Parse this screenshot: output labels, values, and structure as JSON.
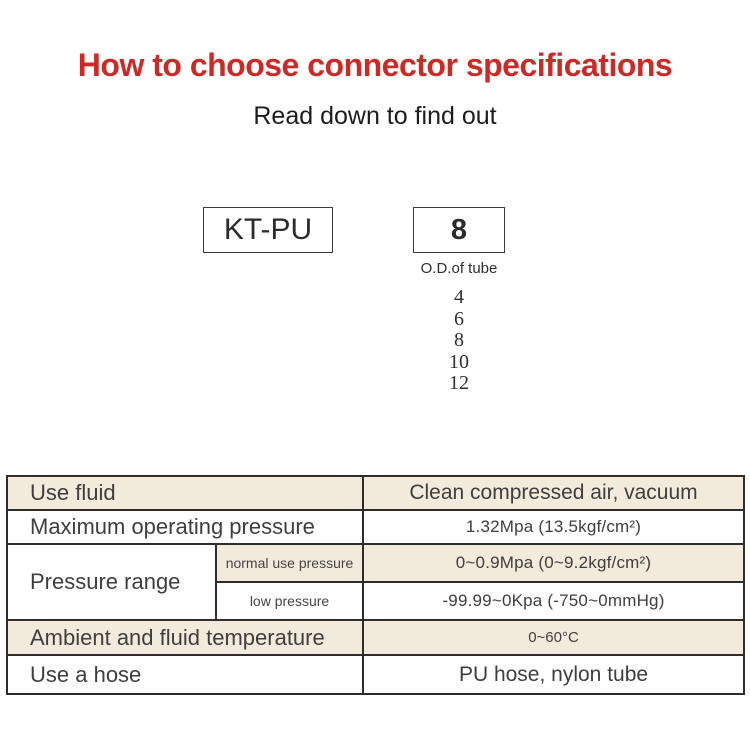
{
  "colors": {
    "title-red": "#cb2a26",
    "stripe": "#f2ebdb",
    "border": "#2d2d2d",
    "text": "#3e3e3e",
    "box-border": "#3a3a3a"
  },
  "header": {
    "title": "How to choose connector specifications",
    "subtitle": "Read down to find out"
  },
  "model_code": {
    "series_label": "KT-PU",
    "size_value": "8",
    "size_caption": "O.D.of tube",
    "tube_sizes": [
      "4",
      "6",
      "8",
      "10",
      "12"
    ]
  },
  "spec_table": {
    "rows": [
      {
        "label": "Use fluid",
        "value": "Clean compressed air, vacuum"
      },
      {
        "label": "Maximum operating pressure",
        "value": "1.32Mpa (13.5kgf/cm²)"
      },
      {
        "label": "Pressure range",
        "sub_label": "normal use pressure",
        "value": "0~0.9Mpa (0~9.2kgf/cm²)"
      },
      {
        "sub_label": "low pressure",
        "value": "-99.99~0Kpa (-750~0mmHg)"
      },
      {
        "label": "Ambient and fluid temperature",
        "value": "0~60°C"
      },
      {
        "label": "Use a hose",
        "value": "PU hose, nylon tube"
      }
    ]
  }
}
